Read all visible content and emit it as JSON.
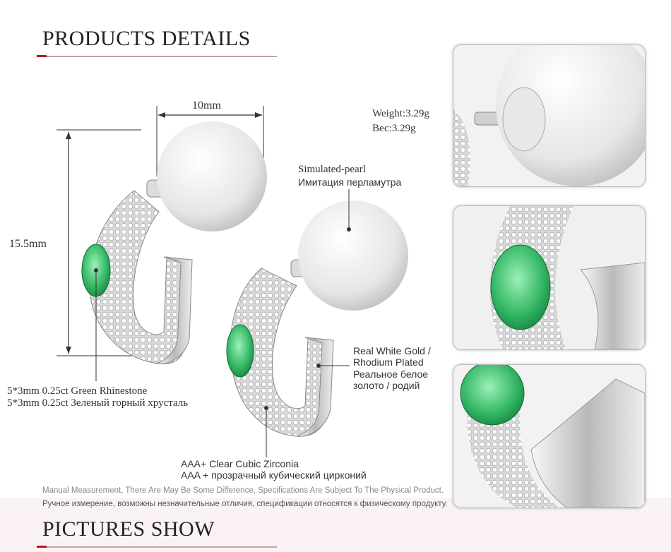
{
  "header": {
    "title": "PRODUCTS DETAILS"
  },
  "dimensions": {
    "width": "10mm",
    "height": "15.5mm"
  },
  "weight": {
    "en": "Weight:3.29g",
    "ru": "Вес:3.29g"
  },
  "callouts": {
    "pearl": {
      "en": "Simulated-pearl",
      "ru": "Имитация перламутра"
    },
    "stone": {
      "en": "5*3mm 0.25ct Green Rhinestone",
      "ru": "5*3mm 0.25ct Зеленый горный хрусталь"
    },
    "plating": {
      "en1": "Real White Gold /",
      "en2": "Rhodium Plated",
      "ru1": "Реальное белое",
      "ru2": "золото / родий"
    },
    "zirconia": {
      "en": "AAA+ Clear Cubic Zirconia",
      "ru": "AAA + прозрачный кубический цирконий"
    }
  },
  "notes": {
    "en": "Manual Measurement, There Are May Be Some Difference, Specifications Are Subject To The Physical Product.",
    "ru": "Ручное измерение, возможны незначительные отличия, спецификации относятся к физическому продукту."
  },
  "footer": {
    "title": "PICTURES SHOW"
  },
  "colors": {
    "accent": "#b01e1e",
    "gem": "#3fbf6e",
    "pearl": "#f2f2f2",
    "metal": "#c9c9c9"
  }
}
